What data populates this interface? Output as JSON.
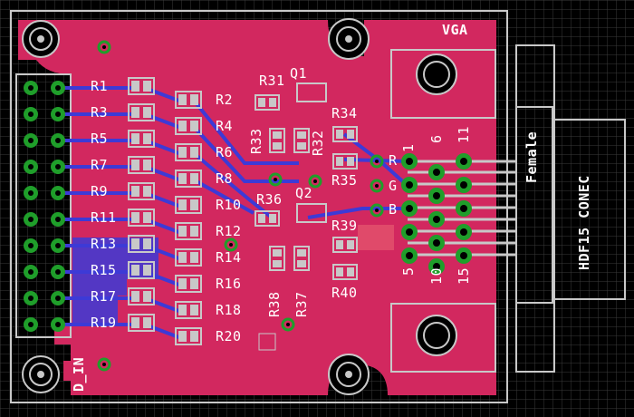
{
  "board": {
    "colors": {
      "background": "#000000",
      "grid": "#3a3a3a",
      "copper_top": "#d2285f",
      "copper_bottom": "#3d3ad6",
      "silkscreen": "#ffffff",
      "outline": "#c8c8c8",
      "pad": "#c8c8c8",
      "via_ring": "#1f9e2a"
    }
  },
  "labels": {
    "vga": "VGA",
    "d_in": "D_IN",
    "female": "Female",
    "connector": "HDF15 CONEC",
    "q1": "Q1",
    "q2": "Q2",
    "pins": {
      "p1": "1",
      "p6": "6",
      "p11": "11",
      "p5": "5",
      "p10": "10",
      "p15": "15"
    },
    "colors_rgb": {
      "r": "R",
      "g": "G",
      "b": "B"
    },
    "left_resistors": [
      "R1",
      "R3",
      "R5",
      "R7",
      "R9",
      "R11",
      "R13",
      "R15",
      "R17",
      "R19"
    ],
    "right_resistors": [
      "R2",
      "R4",
      "R6",
      "R8",
      "R10",
      "R12",
      "R14",
      "R16",
      "R18",
      "R20"
    ],
    "misc": {
      "r31": "R31",
      "r33": "R33",
      "r32": "R32",
      "r34": "R34",
      "r35": "R35",
      "r36": "R36",
      "r39": "R39",
      "r38": "R38",
      "r37": "R37",
      "r40": "R40"
    }
  }
}
